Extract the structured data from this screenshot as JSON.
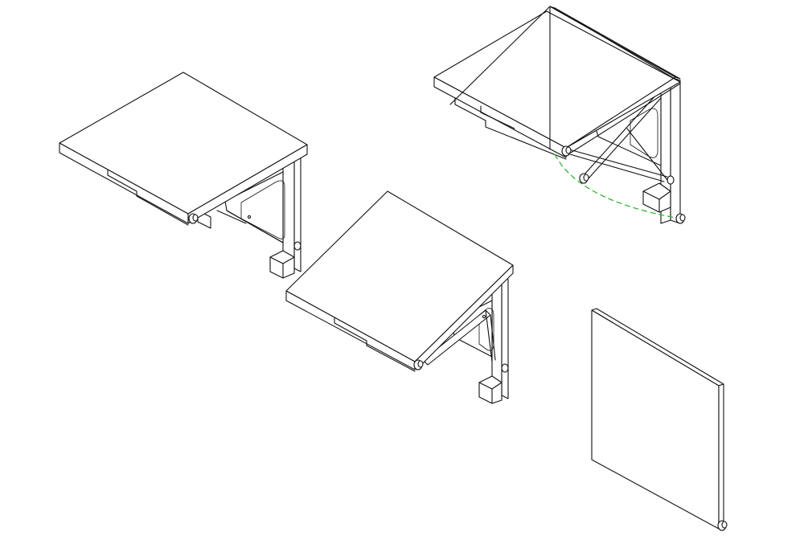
{
  "diagram": {
    "views": [
      {
        "id": "table-folded-out",
        "label": ""
      },
      {
        "id": "table-tilted",
        "label": ""
      },
      {
        "id": "table-folding-motion",
        "label": ""
      },
      {
        "id": "table-folded-flat",
        "label": ""
      }
    ],
    "colors": {
      "line": "#111111",
      "fill": "#ffffff",
      "motion_path": "#22b422",
      "background": "#ffffff"
    }
  }
}
